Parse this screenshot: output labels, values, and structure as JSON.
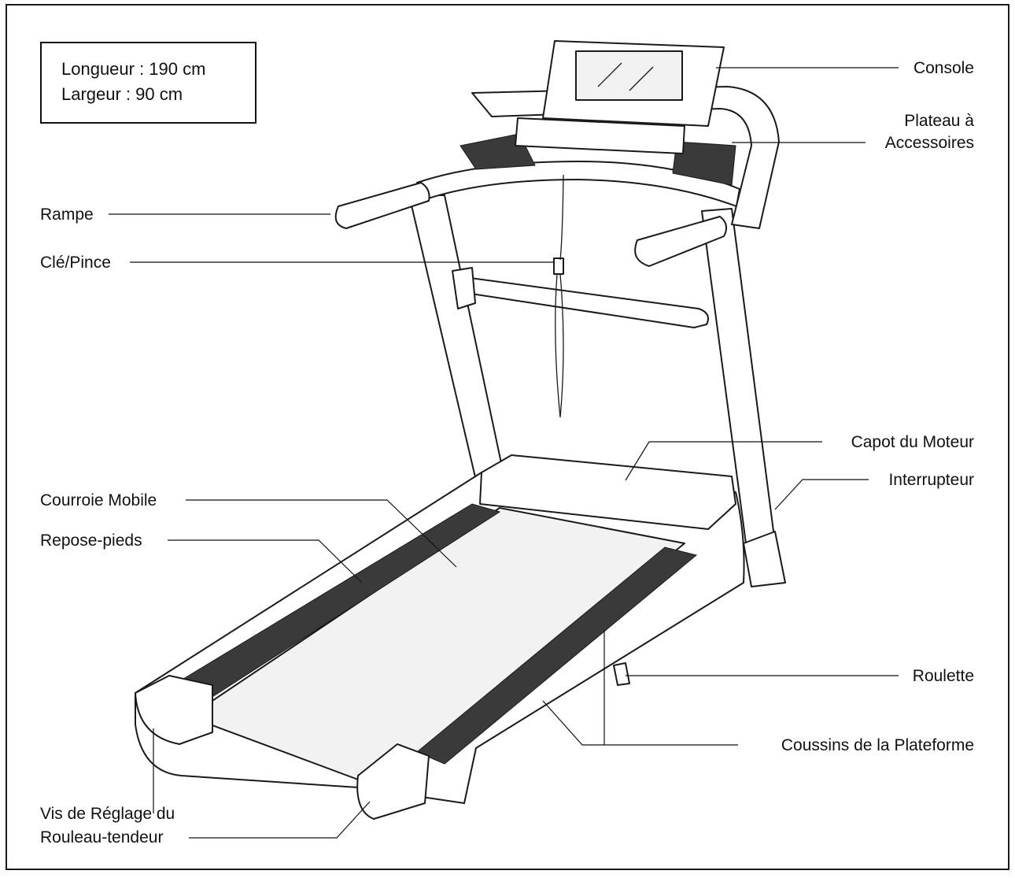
{
  "dimensions": {
    "length": "Longueur :  190 cm",
    "width": "Largeur :  90 cm"
  },
  "labels": {
    "console": "Console",
    "tray_line1": "Plateau à",
    "tray_line2": "Accessoires",
    "handrail": "Rampe",
    "key_clip": "Clé/Pince",
    "motor_hood": "Capot du Moteur",
    "power_switch": "Interrupteur",
    "walking_belt": "Courroie Mobile",
    "foot_rail": "Repose-pieds",
    "wheel": "Roulette",
    "deck_cushions": "Coussins de la Plateforme",
    "idler_bolt_line1": "Vis de Réglage du",
    "idler_bolt_line2": "Rouleau-tendeur"
  }
}
